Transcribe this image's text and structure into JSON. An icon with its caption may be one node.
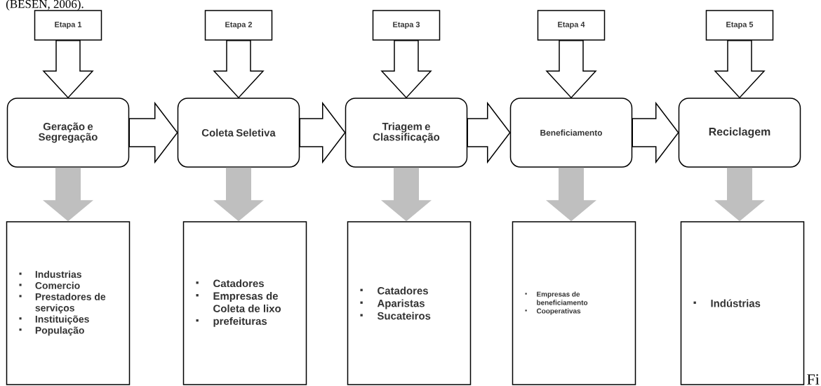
{
  "diagram": {
    "nodes": [
      {
        "text": [
          "Etapa 1"
        ]
      },
      {
        "text": [
          "Etapa 2"
        ]
      },
      {
        "text": [
          "Etapa 3"
        ]
      },
      {
        "text": [
          "Etapa 4"
        ]
      },
      {
        "text": [
          "Etapa 5"
        ]
      },
      {
        "text": [
          "Geração e Segregação"
        ]
      },
      {
        "text": [
          "Coleta Seletiva"
        ]
      },
      {
        "text": [
          "Triagem e Classificação"
        ]
      },
      {
        "text": [
          "Beneficiamento"
        ]
      },
      {
        "text": [
          "Reciclagem"
        ]
      },
      {
        "text": [
          "Industrias",
          "Comercio",
          "Prestadores de serviços",
          "Instituições",
          "População"
        ]
      },
      {
        "text": [
          "Catadores",
          "Empresas de Coleta de lixo",
          "prefeituras"
        ]
      },
      {
        "text": [
          "Catadores",
          "Aparistas",
          "Sucateiros"
        ]
      },
      {
        "text": [
          "Empresas de beneficiamento",
          "Cooperativas"
        ]
      },
      {
        "text": [
          "Indústrias"
        ]
      }
    ],
    "edges": [
      {
        "from": 0,
        "to": 5,
        "arrow": "to"
      },
      {
        "from": 1,
        "to": 6,
        "arrow": "to"
      },
      {
        "from": 2,
        "to": 7,
        "arrow": "to"
      },
      {
        "from": 3,
        "to": 8,
        "arrow": "to"
      },
      {
        "from": 4,
        "to": 9,
        "arrow": "to"
      },
      {
        "from": 5,
        "to": 6,
        "arrow": "to"
      },
      {
        "from": 6,
        "to": 7,
        "arrow": "to"
      },
      {
        "from": 7,
        "to": 8,
        "arrow": "to"
      },
      {
        "from": 8,
        "to": 9,
        "arrow": "to"
      },
      {
        "from": 5,
        "to": 10,
        "arrow": "to",
        "color": "#bfbfbf"
      },
      {
        "from": 6,
        "to": 11,
        "arrow": "to",
        "color": "#bfbfbf"
      },
      {
        "from": 7,
        "to": 12,
        "arrow": "to",
        "color": "#bfbfbf"
      },
      {
        "from": 8,
        "to": 13,
        "arrow": "to",
        "color": "#bfbfbf"
      },
      {
        "from": 9,
        "to": 14,
        "arrow": "to",
        "color": "#bfbfbf"
      }
    ],
    "labels": [
      "(BESEN, 2006).",
      "Fi"
    ]
  }
}
